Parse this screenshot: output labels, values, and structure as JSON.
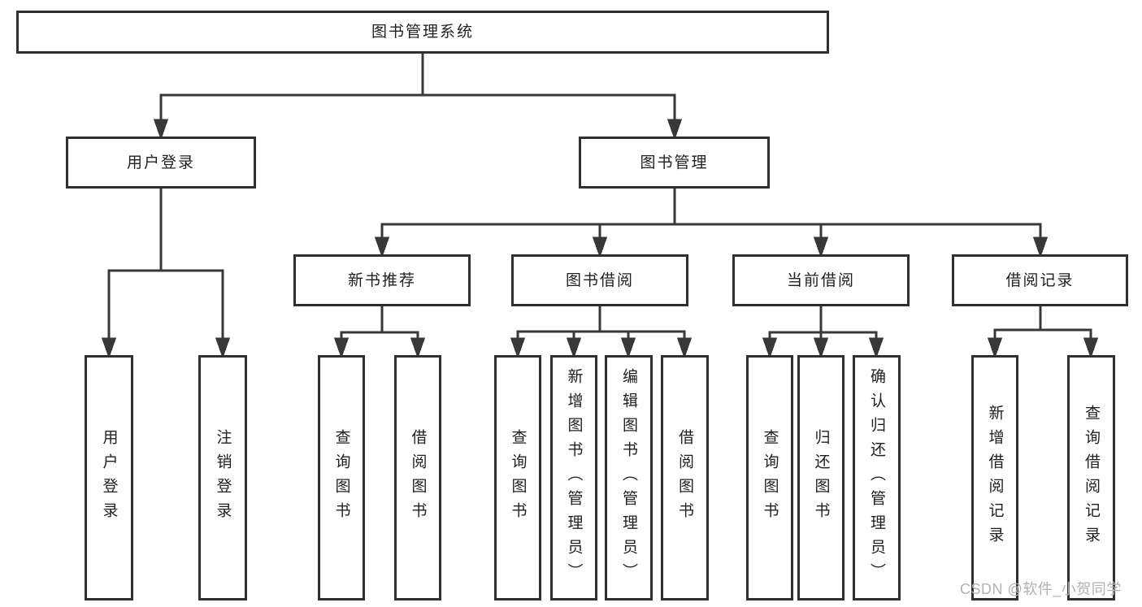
{
  "diagram": {
    "title": "图书管理系统",
    "nodes": {
      "root": "图书管理系统",
      "user_login": "用户登录",
      "book_management": "图书管理",
      "new_book_recommend": "新书推荐",
      "book_borrowing": "图书借阅",
      "current_borrowing": "当前借阅",
      "borrowing_records": "借阅记录",
      "ul_login": "用户登录",
      "ul_logout": "注销登录",
      "nb_query": "查询图书",
      "nb_borrow": "借阅图书",
      "bb_query": "查询图书",
      "bb_add": "新增图书（管理员）",
      "bb_edit": "编辑图书（管理员）",
      "bb_borrow": "借阅图书",
      "cb_query": "查询图书",
      "cb_return": "归还图书",
      "cb_confirm": "确认归还（管理员）",
      "br_add": "新增借阅记录",
      "br_query": "查询借阅记录"
    }
  },
  "watermark": "CSDN @软件_小贺同学",
  "colors": {
    "line": "#383838",
    "border": "#2f2f2f",
    "text": "#212121",
    "watermark": "#b3b1b1",
    "background": "#ffffff"
  }
}
